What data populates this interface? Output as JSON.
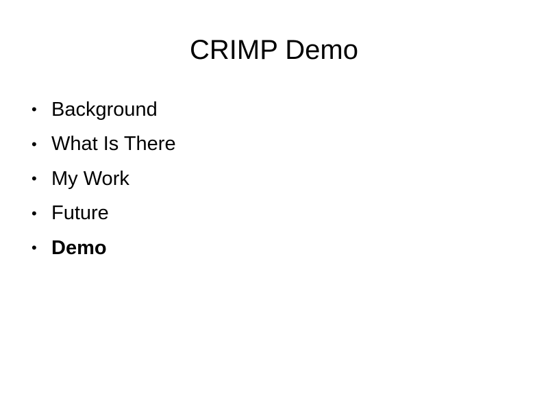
{
  "slide": {
    "title": "CRIMP Demo",
    "bullet_glyph": "•",
    "bullets": [
      {
        "label": "Background",
        "bold": false
      },
      {
        "label": "What Is There",
        "bold": false
      },
      {
        "label": "My Work",
        "bold": false
      },
      {
        "label": "Future",
        "bold": false
      },
      {
        "label": "Demo",
        "bold": true
      }
    ]
  }
}
